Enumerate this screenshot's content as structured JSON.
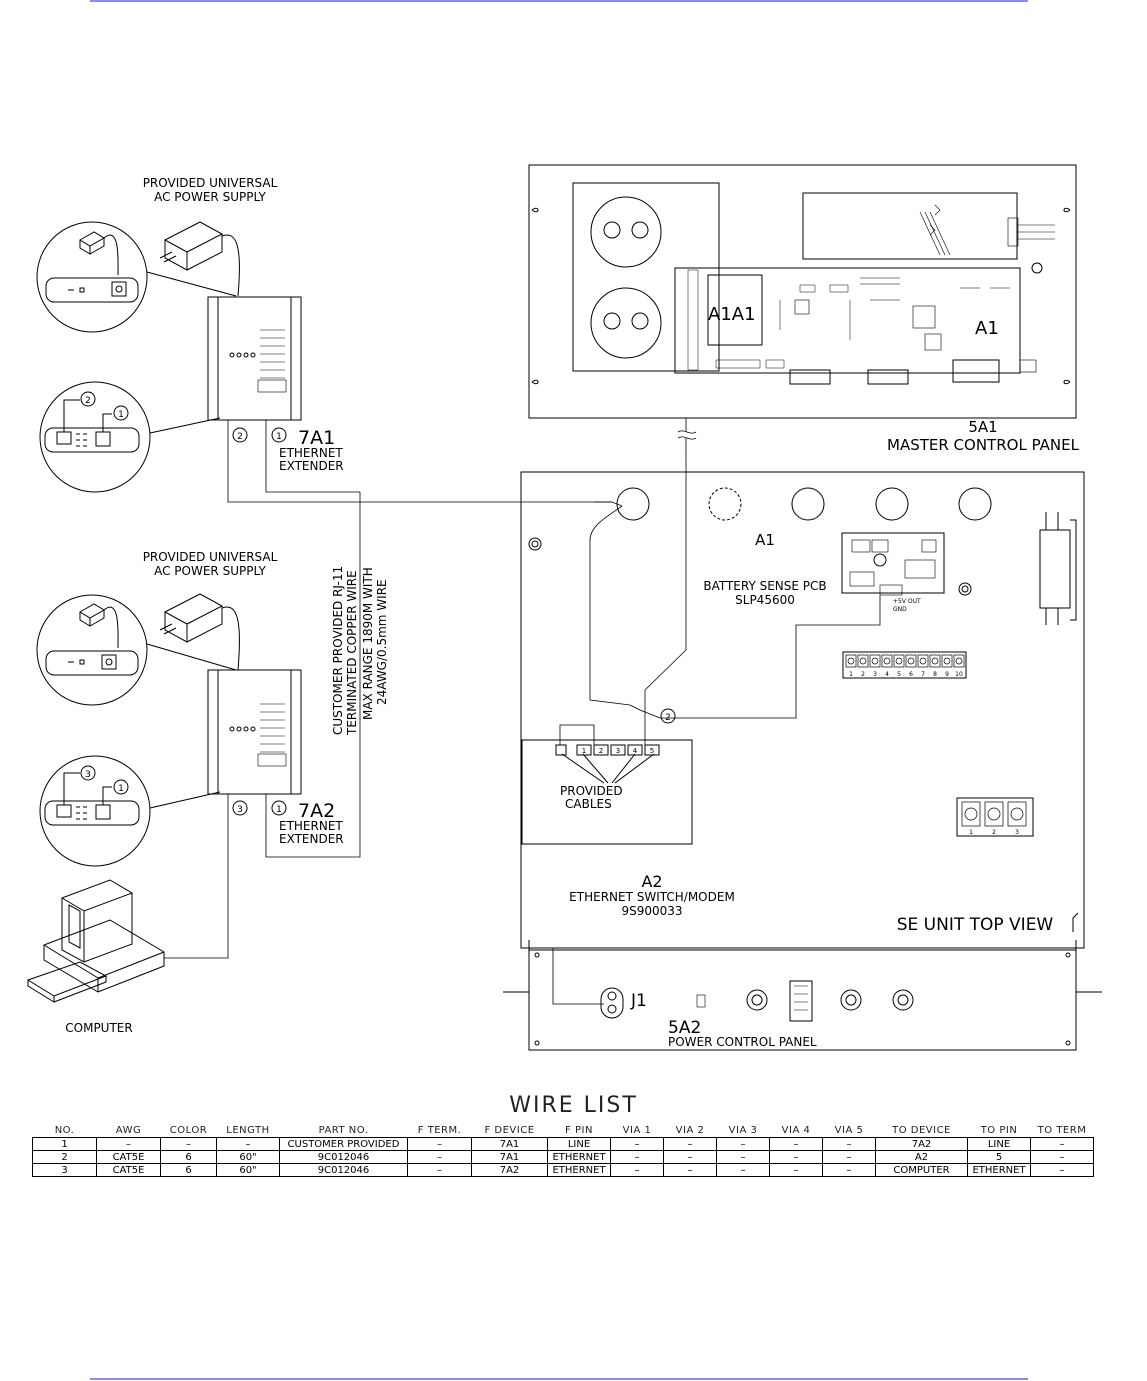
{
  "power_supply_label": [
    "PROVIDED UNIVERSAL",
    "AC POWER SUPPLY"
  ],
  "extender_1": {
    "id": "7A1",
    "line1": "ETHERNET",
    "line2": "EXTENDER",
    "cable_a": "2",
    "cable_b": "1"
  },
  "extender_2": {
    "id": "7A2",
    "line1": "ETHERNET",
    "line2": "EXTENDER",
    "cable_a": "3",
    "cable_b": "1"
  },
  "customer_wire_note": [
    "CUSTOMER PROVIDED RJ-11",
    "TERMINATED COPPER WIRE",
    "MAX RANGE 1890M WITH",
    "24AWG/0.5mm WIRE"
  ],
  "computer_label": "COMPUTER",
  "master_panel": {
    "id": "5A1",
    "name": "MASTER CONTROL PANEL",
    "board": "A1",
    "subboard": "A1A1"
  },
  "battery_pcb": {
    "id": "A1",
    "name": "BATTERY SENSE PCB",
    "part": "SLP45600",
    "out_label": "+5V OUT",
    "gnd_label": "GND"
  },
  "terminal_numbers_10": [
    "1",
    "2",
    "3",
    "4",
    "5",
    "6",
    "7",
    "8",
    "9",
    "10"
  ],
  "terminal_numbers_3": [
    "1",
    "2",
    "3"
  ],
  "switch": {
    "id": "A2",
    "name": "ETHERNET SWITCH/MODEM",
    "part": "9S900033",
    "ports": [
      "1",
      "2",
      "3",
      "4",
      "5"
    ],
    "cables_label": [
      "PROVIDED",
      "CABLES"
    ],
    "cable_tag": "2"
  },
  "unit_view_label": "SE UNIT TOP VIEW",
  "power_panel": {
    "id": "5A2",
    "name": "POWER CONTROL PANEL",
    "jack": "J1"
  },
  "wire_list": {
    "title": "WIRE LIST",
    "headers": [
      "NO.",
      "AWG",
      "COLOR",
      "LENGTH",
      "PART NO.",
      "F TERM.",
      "F DEVICE",
      "F PIN",
      "VIA 1",
      "VIA 2",
      "VIA 3",
      "VIA 4",
      "VIA 5",
      "TO DEVICE",
      "TO PIN",
      "TO TERM"
    ],
    "rows": [
      [
        "1",
        "–",
        "–",
        "–",
        "CUSTOMER PROVIDED",
        "–",
        "7A1",
        "LINE",
        "–",
        "–",
        "–",
        "–",
        "–",
        "7A2",
        "LINE",
        "–"
      ],
      [
        "2",
        "CAT5E",
        "6",
        "60\"",
        "9C012046",
        "–",
        "7A1",
        "ETHERNET",
        "–",
        "–",
        "–",
        "–",
        "–",
        "A2",
        "5",
        "–"
      ],
      [
        "3",
        "CAT5E",
        "6",
        "60\"",
        "9C012046",
        "–",
        "7A2",
        "ETHERNET",
        "–",
        "–",
        "–",
        "–",
        "–",
        "COMPUTER",
        "ETHERNET",
        "–"
      ]
    ]
  },
  "colors": {
    "rule": "#8c8ce0",
    "ink": "#000000"
  }
}
